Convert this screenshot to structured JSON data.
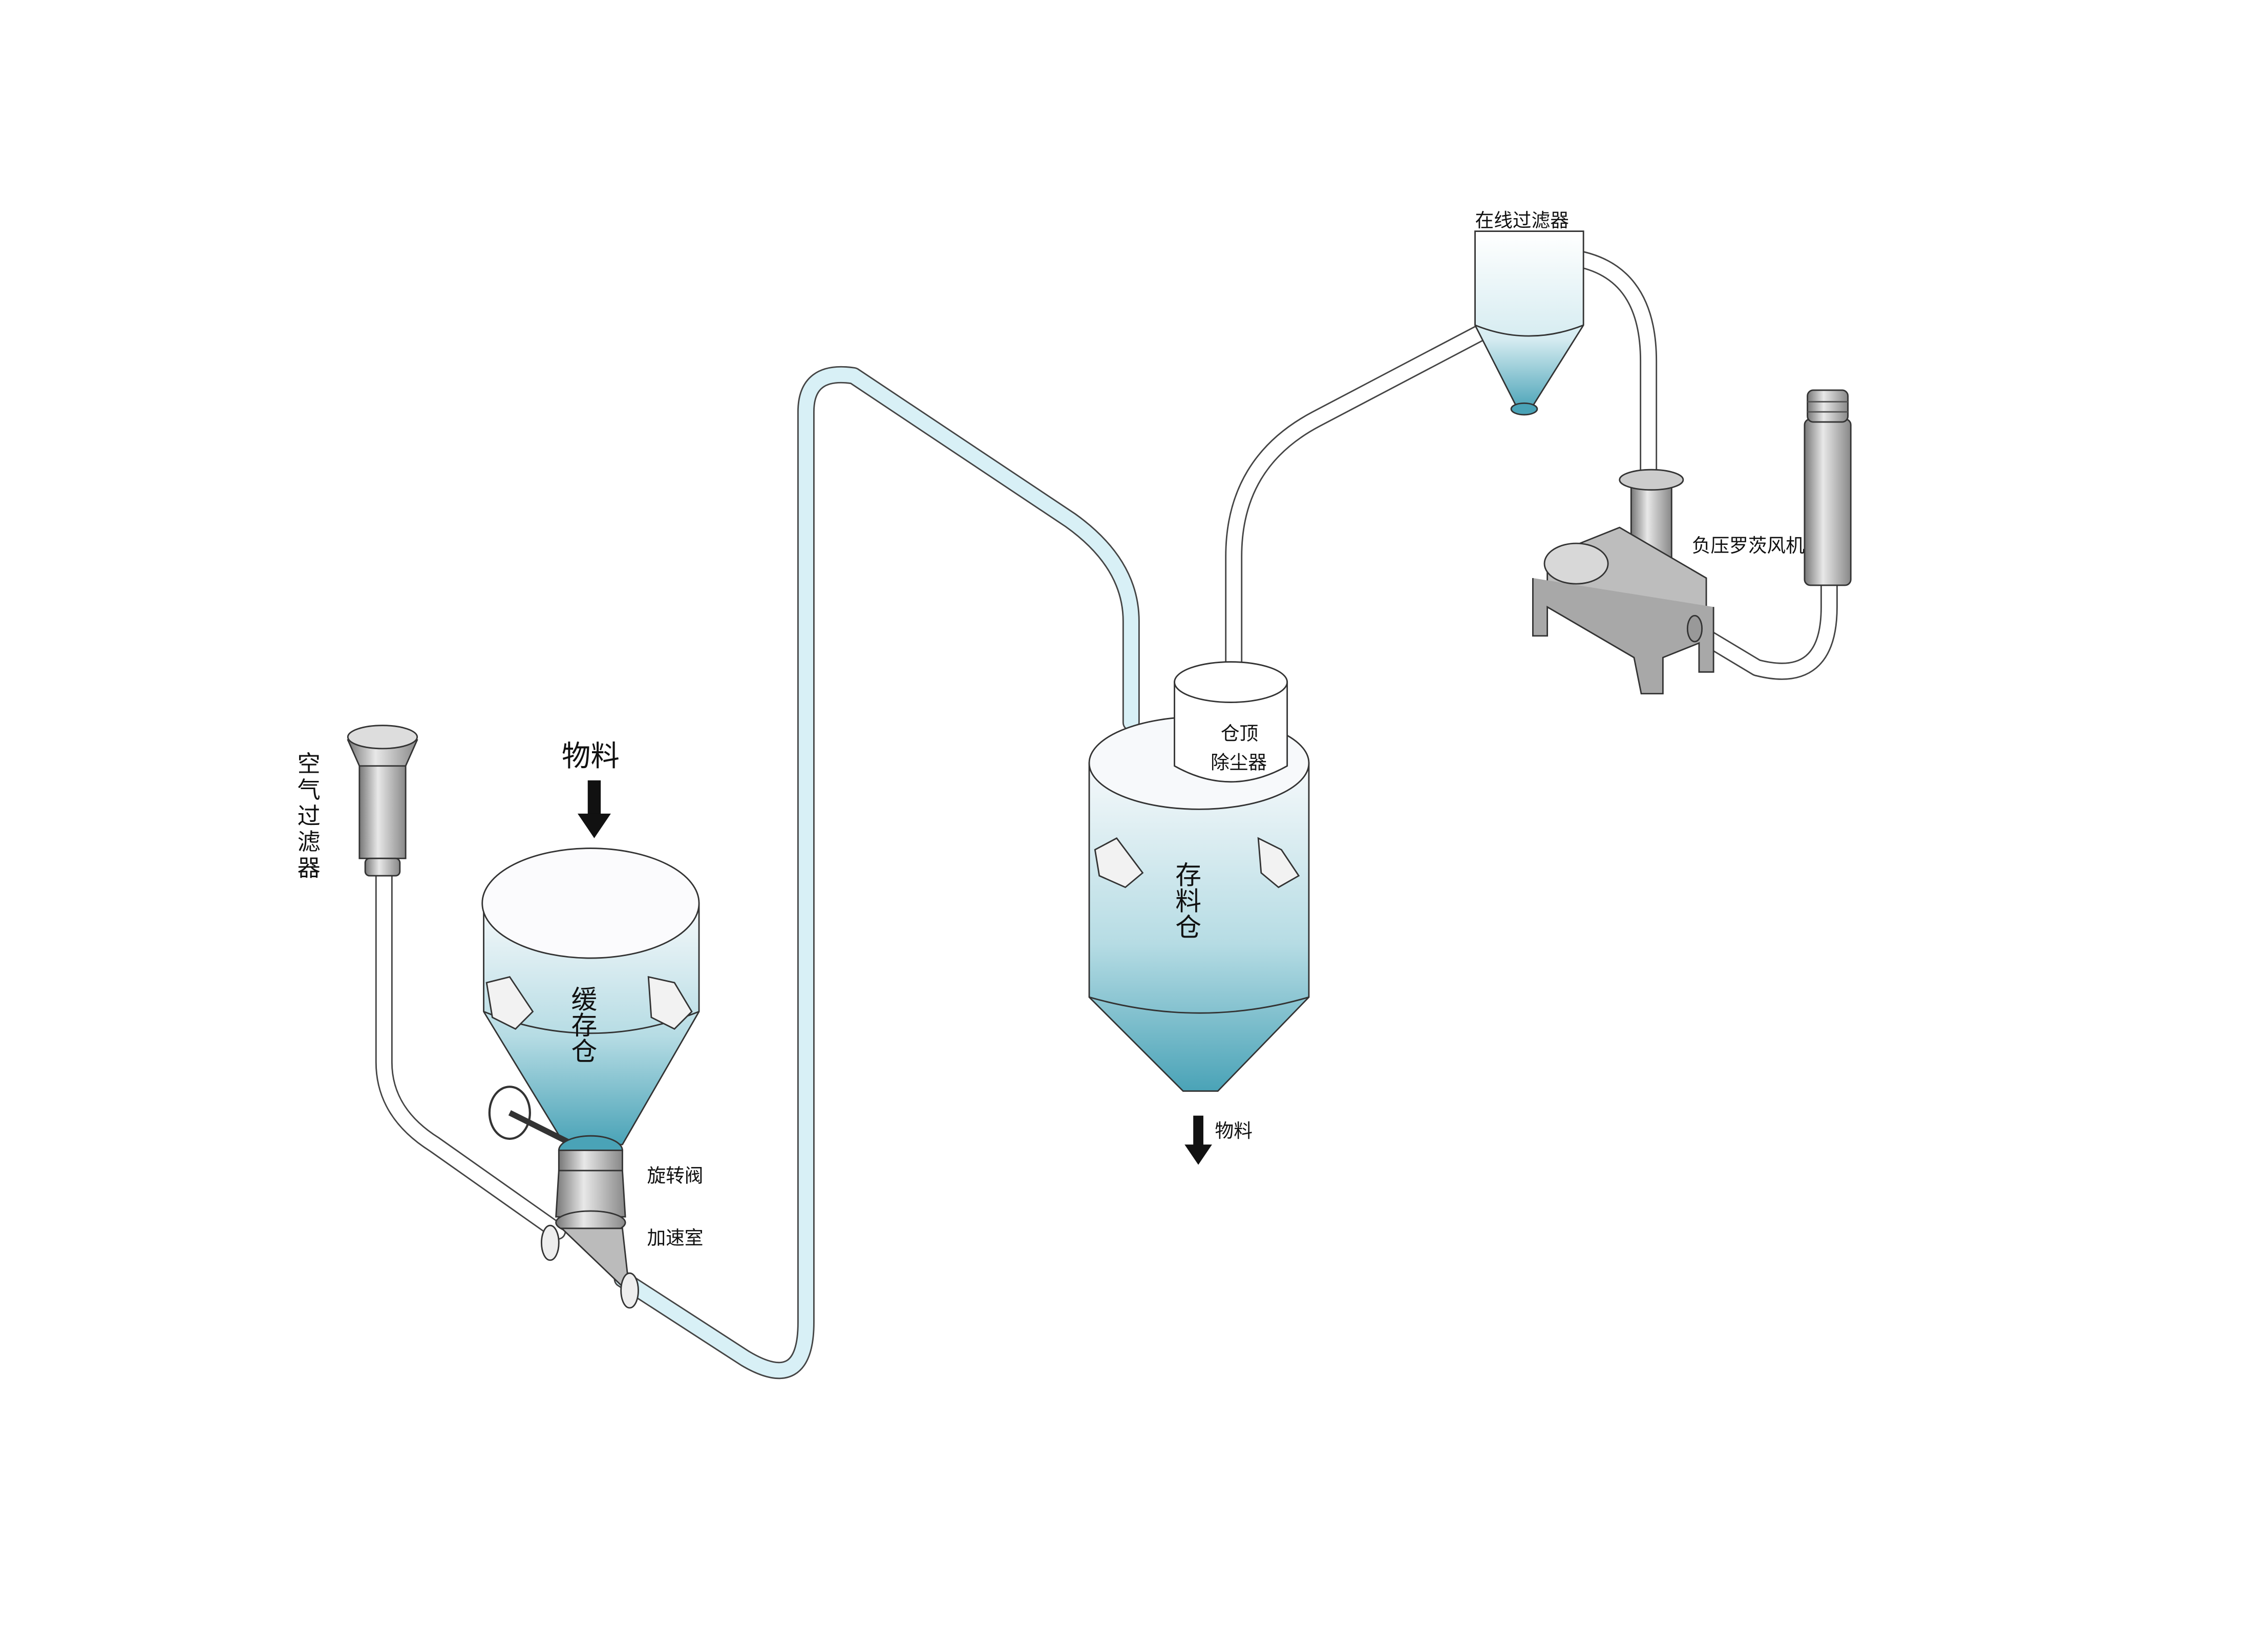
{
  "diagram": {
    "title": "Negative pressure pneumatic conveying system",
    "labels": {
      "air_filter": "空气过滤器",
      "material_in": "物料",
      "buffer_bin": "缓存仓",
      "rotary_valve": "旋转阀",
      "accel_chamber": "加速室",
      "storage_bin": "存料仓",
      "bin_top_collector_line1": "仓顶",
      "bin_top_collector_line2": "除尘器",
      "material_out": "物料",
      "inline_filter": "在线过滤器",
      "roots_blower": "负压罗茨风机"
    },
    "colors": {
      "vessel_fill_top": "#f4f8fa",
      "vessel_fill_bottom": "#4fa8bb",
      "pipe_blue": "#d8f0f6",
      "equipment_gray": "#a8a8a8"
    }
  }
}
